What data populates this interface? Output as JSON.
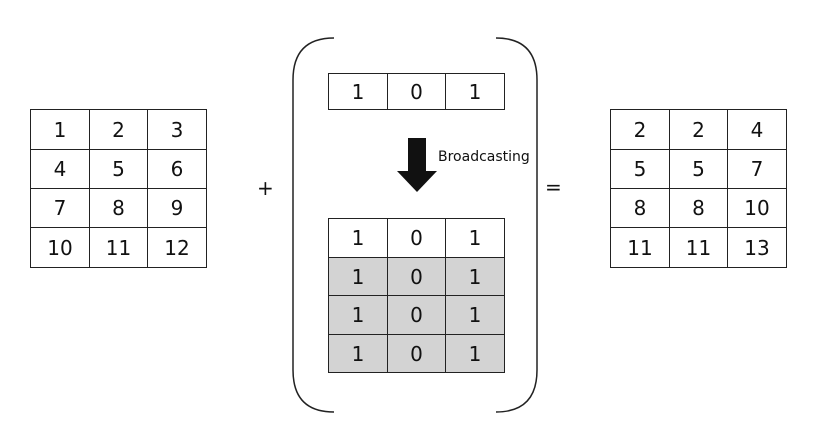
{
  "matrix_a": [
    [
      "1",
      "2",
      "3"
    ],
    [
      "4",
      "5",
      "6"
    ],
    [
      "7",
      "8",
      "9"
    ],
    [
      "10",
      "11",
      "12"
    ]
  ],
  "operators": {
    "plus": "+",
    "equals": "="
  },
  "vector": [
    "1",
    "0",
    "1"
  ],
  "arrow_label": "Broadcasting",
  "broadcast_matrix": [
    [
      "1",
      "0",
      "1"
    ],
    [
      "1",
      "0",
      "1"
    ],
    [
      "1",
      "0",
      "1"
    ],
    [
      "1",
      "0",
      "1"
    ]
  ],
  "result_matrix": [
    [
      "2",
      "2",
      "4"
    ],
    [
      "5",
      "5",
      "7"
    ],
    [
      "8",
      "8",
      "10"
    ],
    [
      "11",
      "11",
      "13"
    ]
  ],
  "colors": {
    "grid_line": "#222222",
    "shaded_cell": "#d3d3d3"
  }
}
